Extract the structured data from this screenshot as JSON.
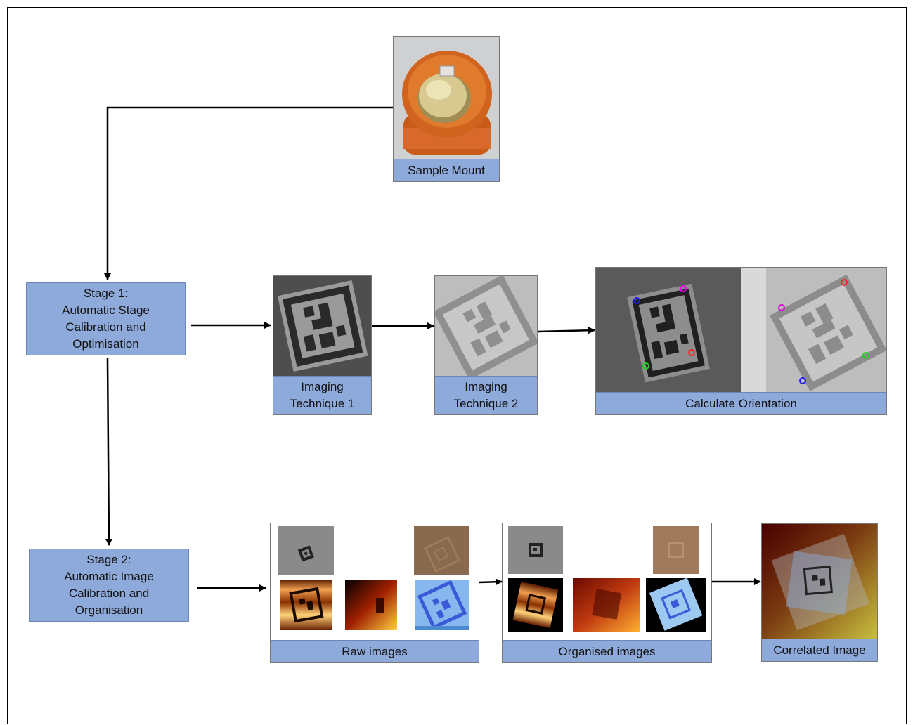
{
  "stage1": {
    "label": "Stage 1:\nAutomatic Stage\nCalibration and\nOptimisation"
  },
  "stage2": {
    "label": "Stage 2:\nAutomatic Image\nCalibration and\nOrganisation"
  },
  "sample_mount": {
    "caption": "Sample Mount"
  },
  "imaging1": {
    "caption": "Imaging\nTechnique 1"
  },
  "imaging2": {
    "caption": "Imaging\nTechnique 2"
  },
  "orientation": {
    "caption": "Calculate Orientation"
  },
  "raw": {
    "caption": "Raw images"
  },
  "organised": {
    "caption": "Organised images"
  },
  "correlated": {
    "caption": "Correlated Image"
  },
  "colors": {
    "box_fill": "#8eaadb",
    "box_border": "#6a86b8",
    "arrow": "#000000"
  }
}
